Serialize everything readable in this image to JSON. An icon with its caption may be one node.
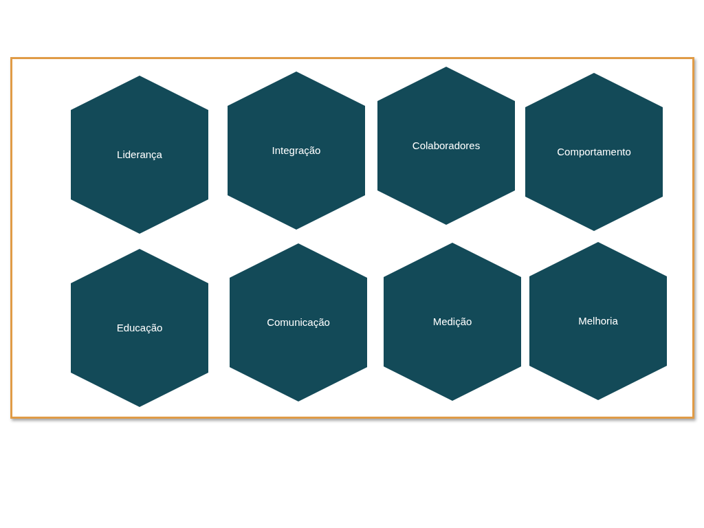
{
  "diagram": {
    "nodes": [
      {
        "text": [],
        "shape": "box"
      },
      {
        "text": [
          "Liderança"
        ],
        "in": 0
      },
      {
        "text": [
          "Integração"
        ],
        "in": 0
      },
      {
        "text": [
          "Colaboradores"
        ],
        "in": 0
      },
      {
        "text": [
          "Comportamento"
        ],
        "in": 0
      },
      {
        "text": [
          "Educação"
        ],
        "in": 0
      },
      {
        "text": [
          "Comunicação"
        ],
        "in": 0
      },
      {
        "text": [
          "Medição"
        ],
        "in": 0
      },
      {
        "text": [
          "Melhoria"
        ],
        "in": 0
      }
    ]
  }
}
